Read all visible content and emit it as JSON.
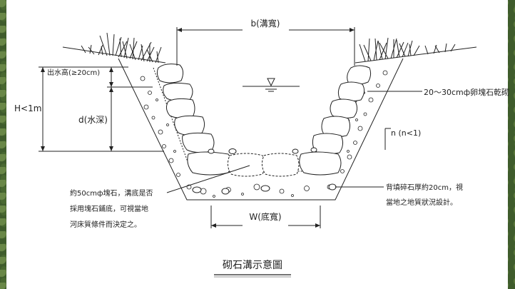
{
  "labels": {
    "top_width": "b(溝寬)",
    "freeboard": "出水高(≥20cm)",
    "total_height": "H<1m",
    "water_depth": "d(水深)",
    "side_stone": "20～30cmф卵塊石乾砌",
    "slope": "n (n<1)",
    "bed_stone_line1": "約50cmф塊石，溝底是否",
    "bed_stone_line2": "採用塊石鋪底，可視當地",
    "bed_stone_line3": "河床質條件而決定之。",
    "backfill_line1": "背填碎石厚約20cm，視",
    "backfill_line2": "當地之地質狀況設計。",
    "bottom_width": "W(底寬)",
    "title": "砌石溝示意圖"
  },
  "colors": {
    "line": "#222222",
    "background": "#ffffff",
    "border_vegetation": "#3f5c2c"
  }
}
